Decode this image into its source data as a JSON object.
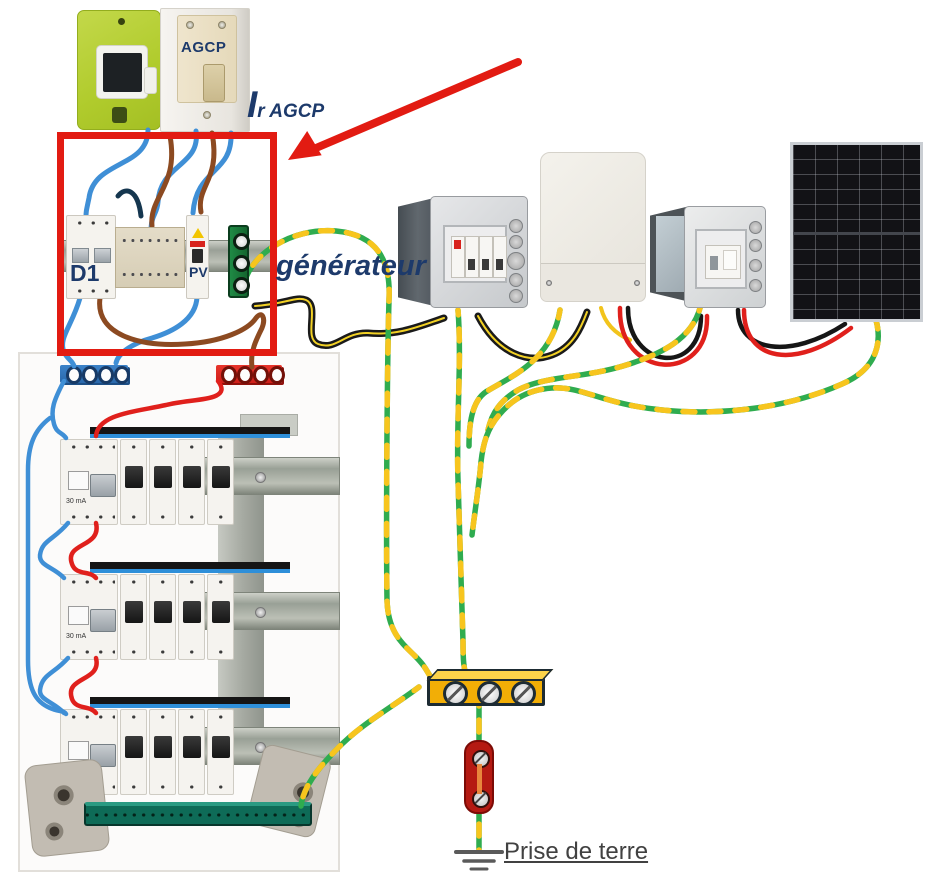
{
  "labels": {
    "agcp": "AGCP",
    "ir_i": "I",
    "ir_sub": "r AGCP",
    "generator": "générateur",
    "d1": "D1",
    "pv": "PV",
    "rcd": "30 mA",
    "earth": "Prise de terre"
  },
  "colors": {
    "highlight_red": "#e21b12",
    "annotation_navy": "#1d3a6b",
    "earth_wire_green": "#2fac4f",
    "earth_wire_yellow": "#f7c51e",
    "neutral_blue": "#3f8fd6",
    "phase_brown": "#8c4a21",
    "wire_red": "#e0201c",
    "wire_black": "#161616",
    "meter_green": "#b6cf33",
    "busbar_blue": "#2f72ba",
    "busbar_red": "#df241f",
    "earth_bar_green": "#0e6b57",
    "terminal_yellow": "#f2ae06",
    "barrette_red": "#b51a12"
  }
}
